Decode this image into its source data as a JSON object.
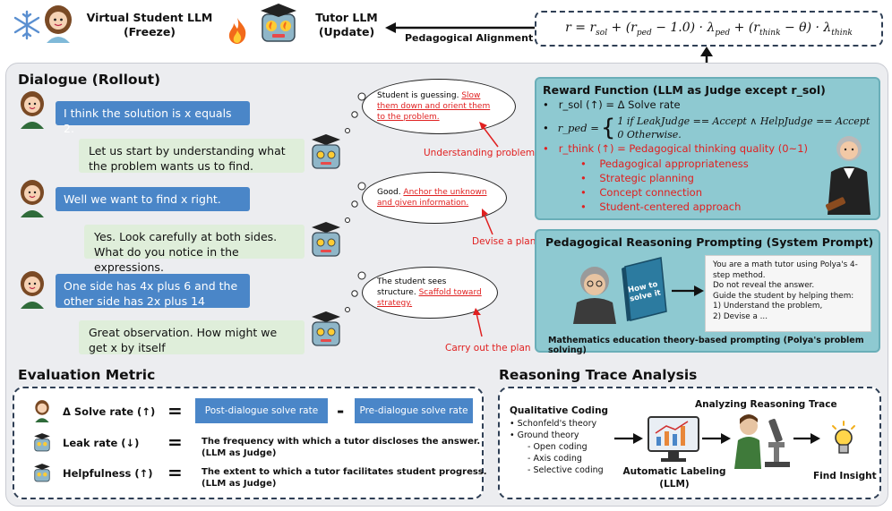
{
  "header": {
    "student_title": "Virtual Student LLM",
    "student_sub": "(Freeze)",
    "tutor_title": "Tutor LLM",
    "tutor_sub": "(Update)",
    "arrow_label": "Pedagogical Alignment",
    "formula": "r = r_sol + (r_ped − 1.0) · λ_ped + (r_think − θ) · λ_think"
  },
  "dialogue": {
    "title": "Dialogue (Rollout)",
    "turns": [
      {
        "role": "student",
        "text": "I think the solution is x equals 2."
      },
      {
        "role": "tutor",
        "text": "Let us start by understanding what the problem wants us to find."
      },
      {
        "role": "student",
        "text": "Well we want to find  x right."
      },
      {
        "role": "tutor",
        "text": "Yes. Look carefully at both sides. What do you notice in the expressions."
      },
      {
        "role": "student",
        "text": "One side has 4x plus 6 and the other side has 2x plus 14"
      },
      {
        "role": "tutor",
        "text": "Great observation. How might we get x by itself"
      }
    ],
    "thoughts": [
      {
        "plain": "Student is guessing. ",
        "highlight": "Slow them down and orient them to the problem.",
        "label": "Understanding problem"
      },
      {
        "plain": "Good. ",
        "highlight": "Anchor the unknown and given information.",
        "label": "Devise a plan"
      },
      {
        "plain": "The student sees structure. ",
        "highlight": "Scaffold toward strategy.",
        "label": "Carry out the plan"
      }
    ]
  },
  "reward": {
    "title": "Reward Function (LLM as Judge except r_sol)",
    "sol": "r_sol (↑) = Δ Solve rate",
    "ped_label": "r_ped =",
    "ped_case1": "1 if LeakJudge == Accept ∧ HelpJudge == Accept",
    "ped_case2": "0 Otherwise.",
    "think": "r_think (↑) = Pedagogical thinking quality (0~1)",
    "items": [
      "Pedagogical appropriateness",
      "Strategic planning",
      "Concept connection",
      "Student-centered approach"
    ]
  },
  "prompting": {
    "title": "Pedagogical Reasoning Prompting (System Prompt)",
    "book_title": "How to solve it",
    "prompt_lines": [
      "You are a math tutor using Polya's 4-",
      "step method.",
      "Do not reveal the answer.",
      "Guide the student by helping them:",
      "1) Understand the problem,",
      "2) Devise a ..."
    ],
    "caption": "Mathematics education theory-based prompting (Polya's problem solving)"
  },
  "evaluation": {
    "title": "Evaluation Metric",
    "rows": [
      {
        "label": "Δ Solve rate (↑)",
        "left": "Post-dialogue solve rate",
        "op": "-",
        "right": "Pre-dialogue solve rate"
      },
      {
        "label": "Leak rate (↓)",
        "desc1": "The frequency with which a tutor discloses the answer.",
        "desc2": "(LLM as Judge)"
      },
      {
        "label": "Helpfulness (↑)",
        "desc1": "The extent to which a tutor facilitates student progress.",
        "desc2": "(LLM as Judge)"
      }
    ]
  },
  "trace": {
    "title": "Reasoning Trace Analysis",
    "coding_title": "Qualitative Coding",
    "coding_items": [
      "Schonfeld's theory",
      "Ground theory",
      "- Open coding",
      "- Axis coding",
      "- Selective coding"
    ],
    "auto_label": "Automatic Labeling",
    "auto_sub": "(LLM)",
    "analyze": "Analyzing Reasoning Trace",
    "insight": "Find Insight"
  },
  "colors": {
    "accent_blue": "#4a86c8",
    "teal": "#8ec9d1",
    "red": "#e02020",
    "green_bubble": "#dfeeda"
  }
}
